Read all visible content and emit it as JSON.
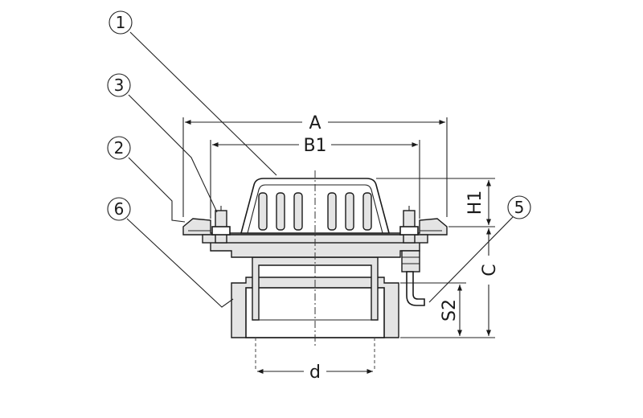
{
  "callouts": {
    "c1": "1",
    "c2": "2",
    "c3": "3",
    "c5": "5",
    "c6": "6"
  },
  "dimensions": {
    "A": "A",
    "B1": "B1",
    "H1": "H1",
    "C": "C",
    "S2": "S2",
    "d": "d"
  },
  "colors": {
    "line": "#1a1a1a",
    "part_fill": "#e4e4e4",
    "background": "#ffffff"
  }
}
